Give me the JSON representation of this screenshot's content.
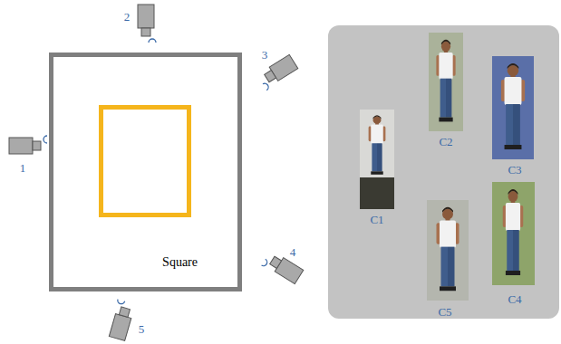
{
  "diagram": {
    "nodes": [
      {
        "text": [
          "Square"
        ]
      }
    ],
    "labels": [
      "1",
      "2",
      "3",
      "4",
      "5",
      "C1",
      "C2",
      "C3",
      "C4",
      "C5"
    ]
  }
}
